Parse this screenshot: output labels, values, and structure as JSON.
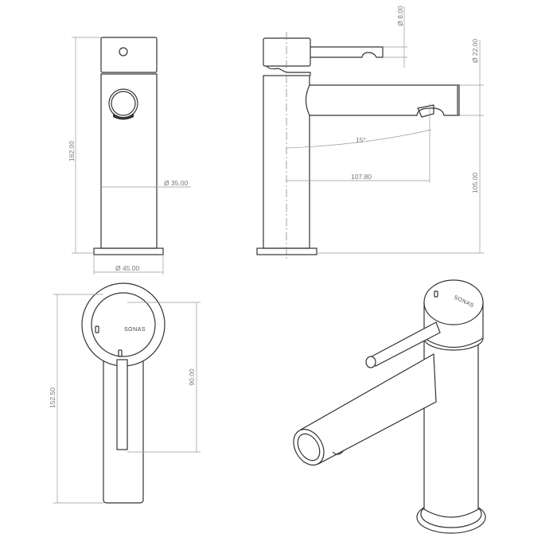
{
  "front_view": {
    "height": "162.00",
    "body_diameter": "Ø 35.00",
    "base_diameter": "Ø 45.00"
  },
  "side_view": {
    "lever_diameter": "Ø 8.00",
    "spout_diameter": "Ø 22.00",
    "angle": "15°",
    "reach": "107.80",
    "spout_height": "105.00"
  },
  "top_view": {
    "brand": "SONAS",
    "handle_length": "90.00",
    "total_length": "152.50"
  },
  "iso_view": {
    "brand": "SONAS"
  }
}
